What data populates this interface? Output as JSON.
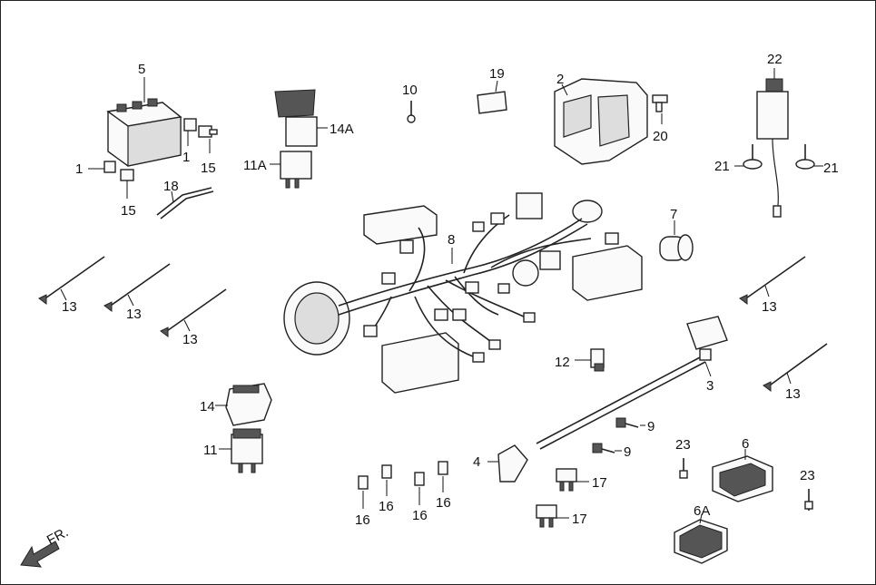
{
  "labels": {
    "p1a": "1",
    "p1b": "1",
    "p2": "2",
    "p3": "3",
    "p4": "4",
    "p5": "5",
    "p6": "6",
    "p6a": "6A",
    "p7": "7",
    "p8": "8",
    "p9a": "9",
    "p9b": "9",
    "p10": "10",
    "p11": "11",
    "p11a": "11A",
    "p12": "12",
    "p13a": "13",
    "p13b": "13",
    "p13c": "13",
    "p13d": "13",
    "p13e": "13",
    "p14": "14",
    "p14a": "14A",
    "p15a": "15",
    "p15b": "15",
    "p16a": "16",
    "p16b": "16",
    "p16c": "16",
    "p16d": "16",
    "p17a": "17",
    "p17b": "17",
    "p18": "18",
    "p19": "19",
    "p20": "20",
    "p21a": "21",
    "p21b": "21",
    "p22": "22",
    "p23a": "23",
    "p23b": "23"
  },
  "direction": {
    "text": "FR.",
    "icon": "front-arrow-icon"
  }
}
